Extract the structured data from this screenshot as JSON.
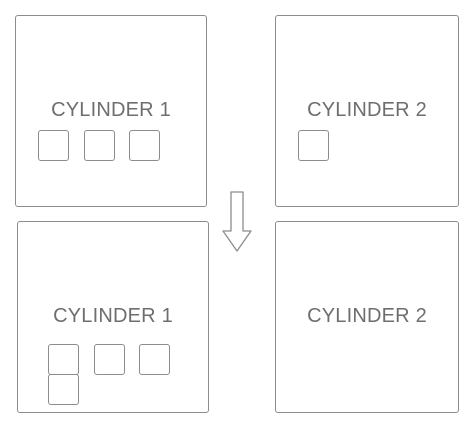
{
  "panels": {
    "top_left": {
      "label": "CYLINDER 1"
    },
    "top_right": {
      "label": "CYLINDER 2"
    },
    "bottom_left": {
      "label": "CYLINDER 1"
    },
    "bottom_right": {
      "label": "CYLINDER 2"
    }
  },
  "colors": {
    "stroke": "#8c8c8c",
    "text": "#6e6e6e",
    "background": "#ffffff"
  },
  "icons": {
    "transition": "down-arrow-icon"
  }
}
